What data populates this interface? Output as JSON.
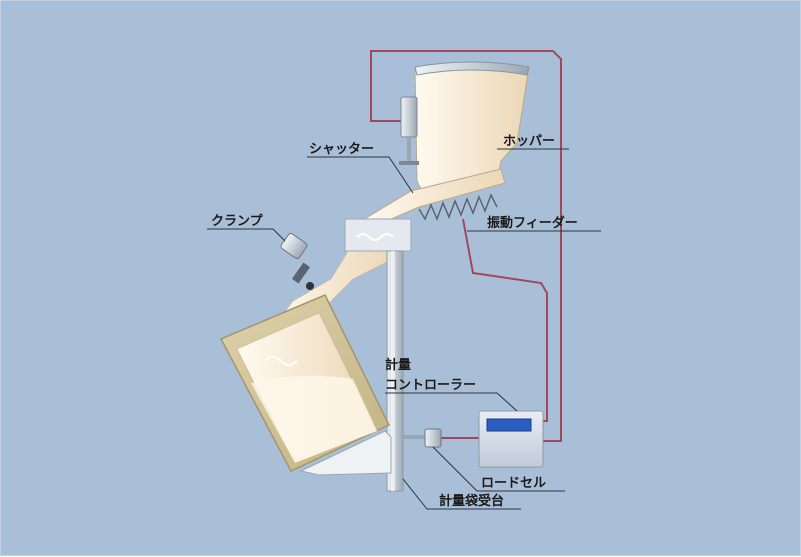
{
  "labels": {
    "hopper": "ホッパー",
    "shutter": "シャッター",
    "vibrating_feeder": "振動フィーダー",
    "clamp": "クランプ",
    "controller_line1": "計量",
    "controller_line2": "コントローラー",
    "load_cell": "ロードセル",
    "bag_receiver": "計量袋受台"
  },
  "colors": {
    "background": "#a9bfd8",
    "wire": "#a3475a",
    "powder": "#f4e3c8",
    "bag": "#cfc29a",
    "metal": "#cfd6dc"
  }
}
